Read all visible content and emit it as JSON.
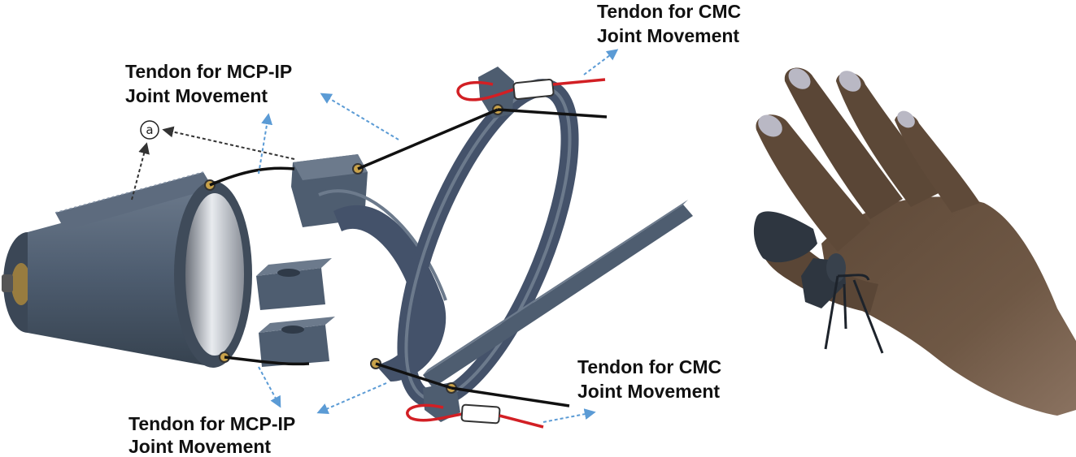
{
  "labels": {
    "cmc_top": {
      "line1": "Tendon for CMC",
      "line2": "Joint Movement"
    },
    "mcp_top": {
      "line1": "Tendon for MCP-IP",
      "line2": "Joint Movement"
    },
    "cmc_bottom": {
      "line1": "Tendon for CMC",
      "line2": "Joint Movement"
    },
    "mcp_bottom": {
      "line1": "Tendon for MCP-IP",
      "line2": "Joint Movement"
    },
    "marker": "a"
  },
  "colors": {
    "part_fill": "#4e5d70",
    "part_dark": "#2f3a48",
    "part_light": "#7c8a9c",
    "tendon_black": "#111111",
    "tendon_red": "#d21f24",
    "arrow_blue": "#5b9bd5",
    "arrow_black": "#333333",
    "skin": "#6b5440",
    "skin_dark": "#4a3a2c",
    "nail": "#b9b8c4"
  }
}
